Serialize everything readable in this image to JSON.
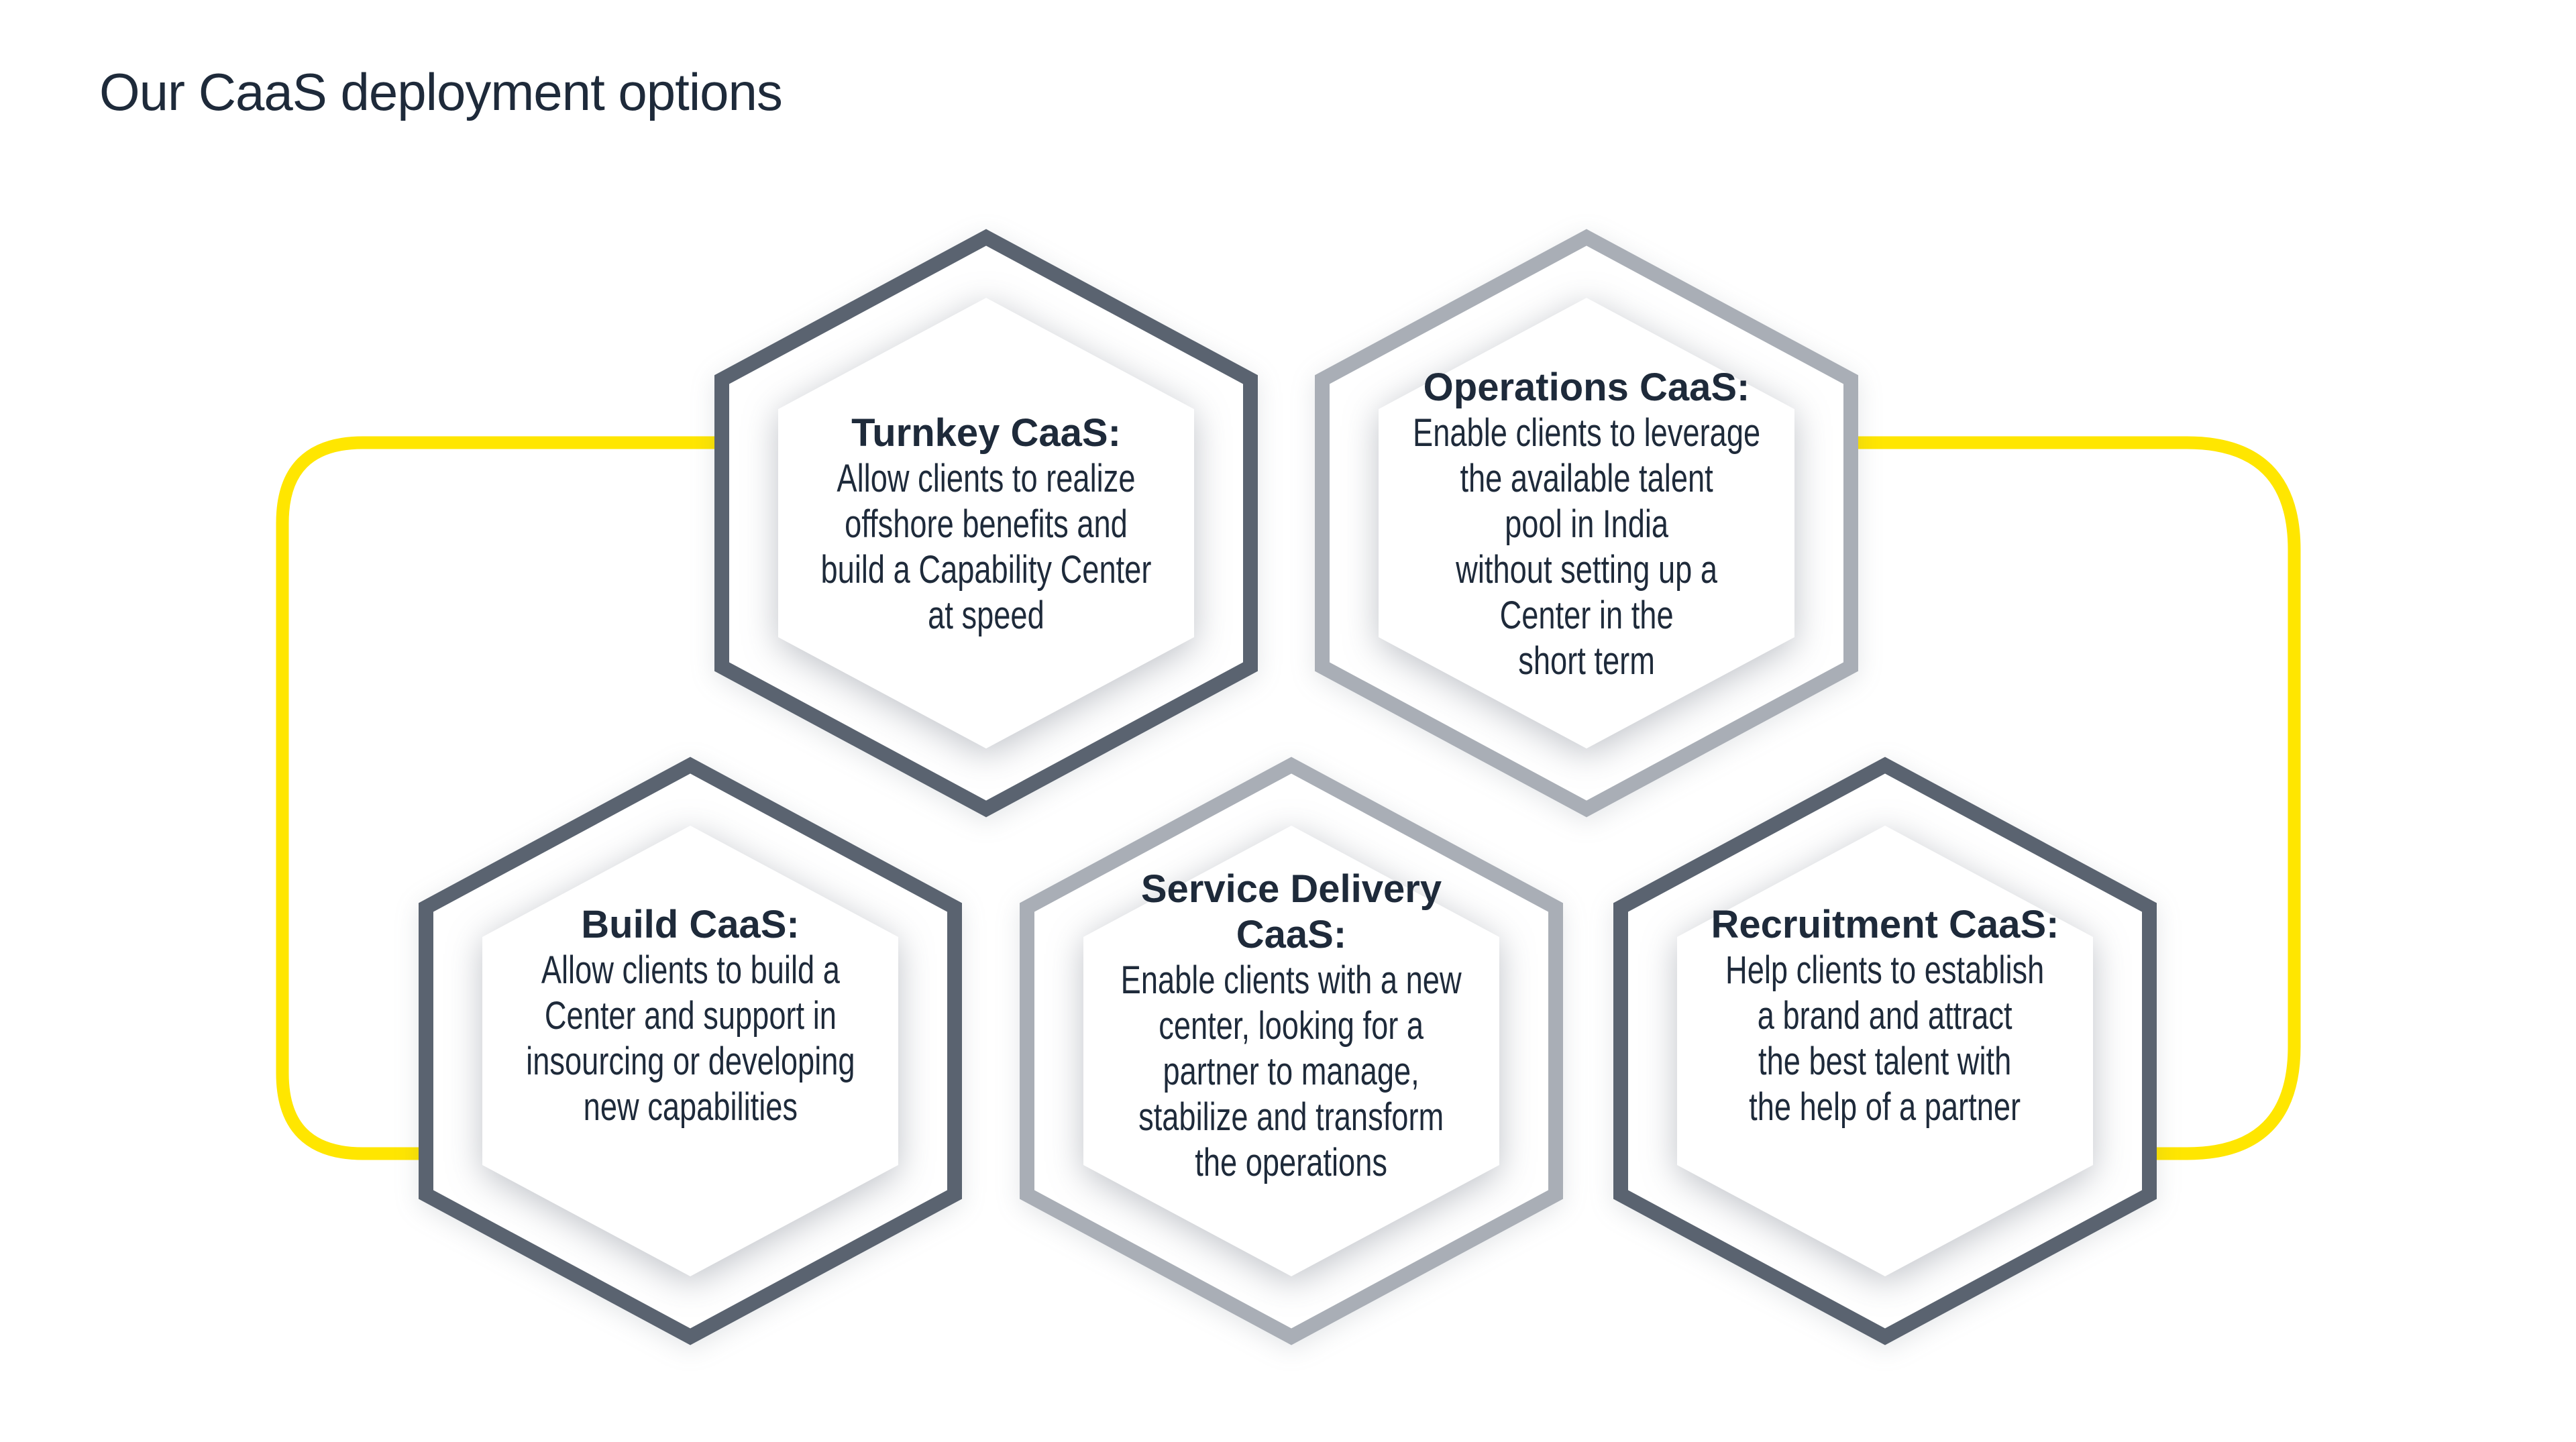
{
  "page": {
    "title": "Our CaaS deployment options"
  },
  "colors": {
    "background": "#FFFFFF",
    "yellow_connector": "#FFE600",
    "hex_border_dark": "#5A6370",
    "hex_border_light": "#A9AEB6",
    "text": "#1E2A3A"
  },
  "hexagons": [
    {
      "name": "Turnkey CaaS",
      "title": "Turnkey CaaS:",
      "body": "Allow clients to realize\noffshore benefits and\nbuild a Capability Center\nat speed",
      "border_style": "dark",
      "row": "top"
    },
    {
      "name": "Operations CaaS",
      "title": "Operations CaaS:",
      "body": "Enable clients to leverage\nthe available talent\npool in India\nwithout setting up a\nCenter in the\nshort term",
      "border_style": "light",
      "row": "top"
    },
    {
      "name": "Build CaaS",
      "title": "Build CaaS:",
      "body": "Allow clients to build a\nCenter and support in\ninsourcing or developing\nnew capabilities",
      "border_style": "dark",
      "row": "bottom"
    },
    {
      "name": "Service Delivery CaaS",
      "title": "Service Delivery\nCaaS:",
      "body": "Enable clients with a new\ncenter, looking for a\npartner to manage,\nstabilize and transform\nthe operations",
      "border_style": "light",
      "row": "bottom"
    },
    {
      "name": "Recruitment CaaS",
      "title": "Recruitment CaaS:",
      "body": "Help clients to establish\na brand and attract\nthe best talent with\nthe help of a partner",
      "border_style": "dark",
      "row": "bottom"
    }
  ]
}
